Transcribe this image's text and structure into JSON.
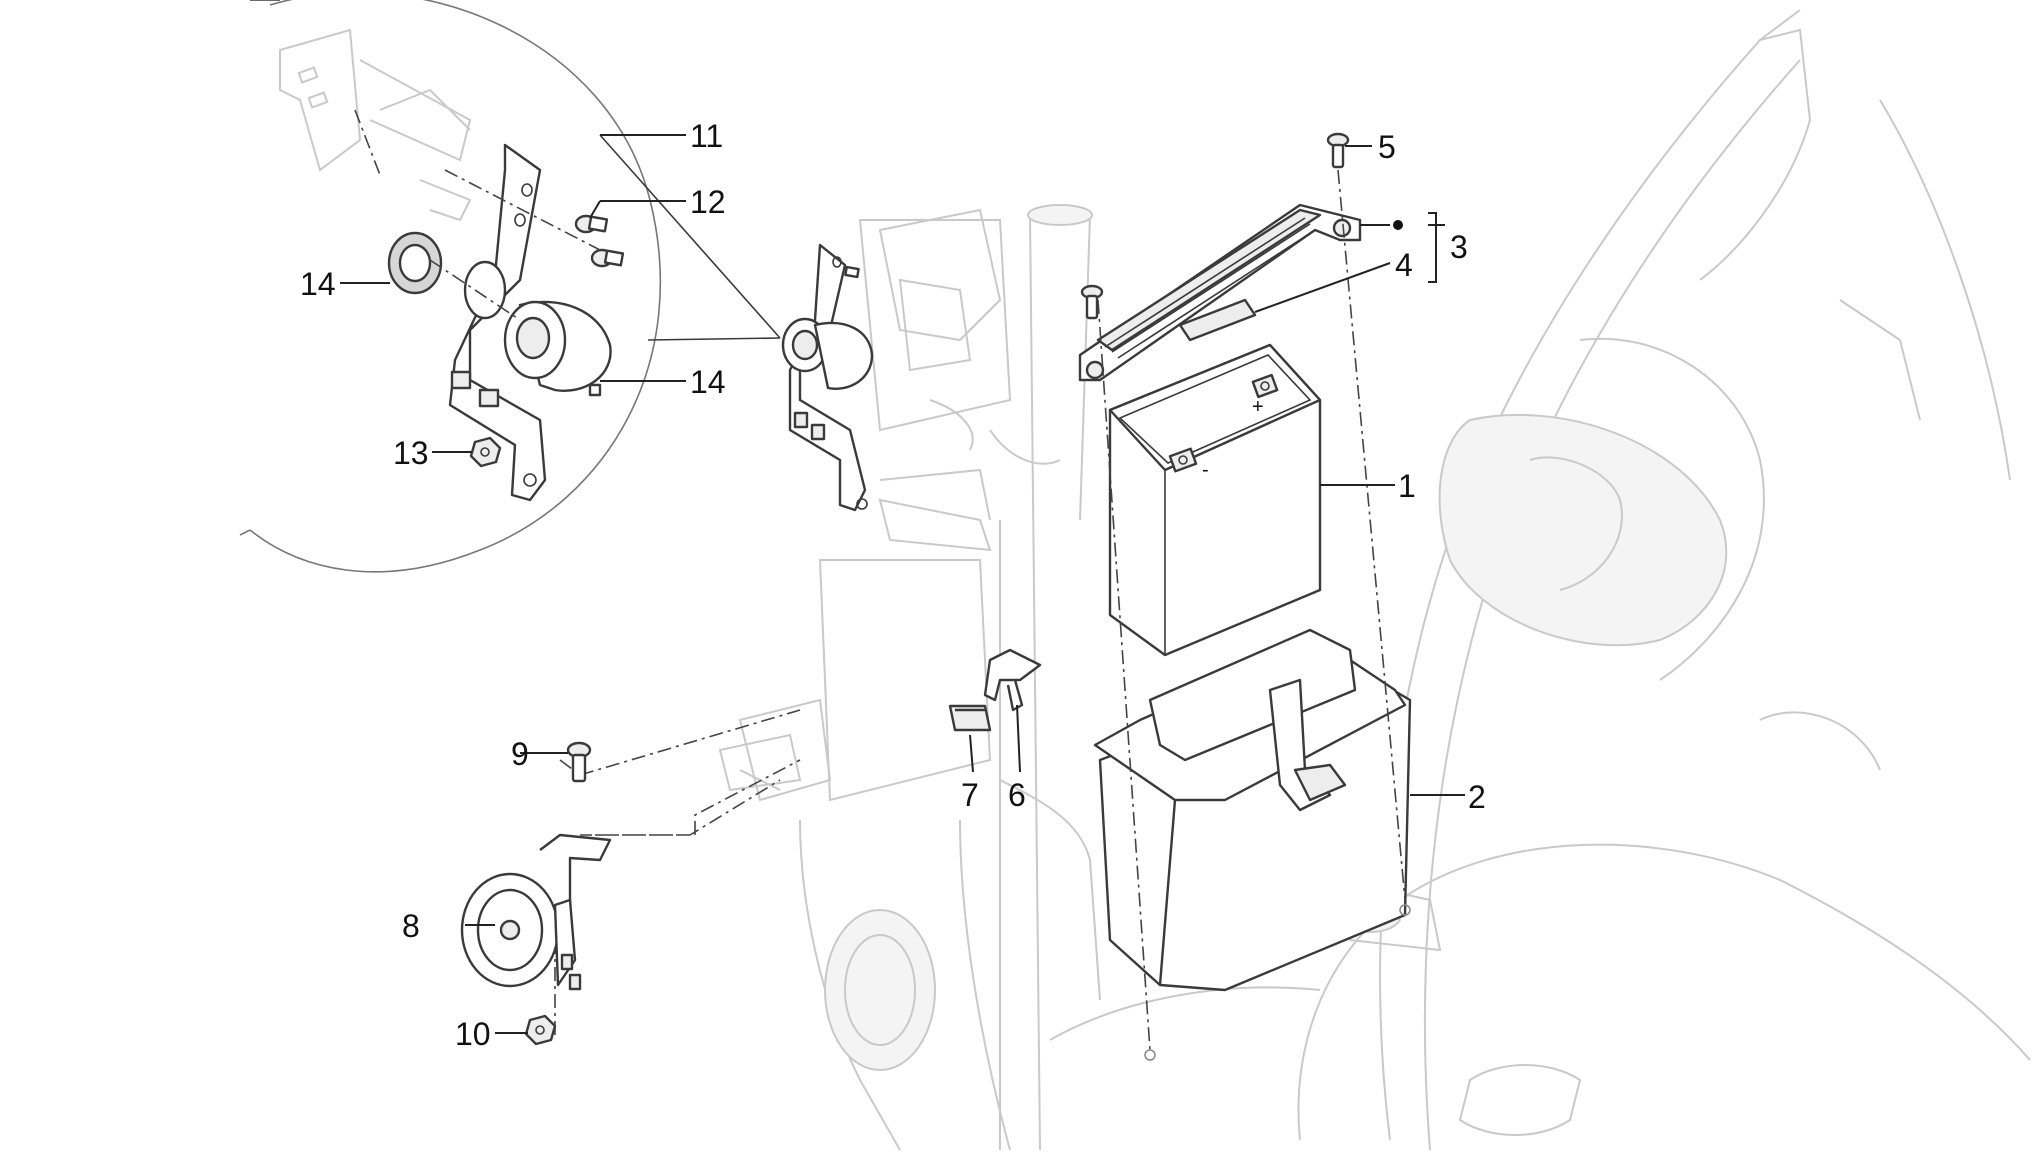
{
  "diagram": {
    "callouts": [
      {
        "id": "c1",
        "label": "1"
      },
      {
        "id": "c2",
        "label": "2"
      },
      {
        "id": "c3",
        "label": "3"
      },
      {
        "id": "c4",
        "label": "4"
      },
      {
        "id": "c5",
        "label": "5"
      },
      {
        "id": "c6",
        "label": "6"
      },
      {
        "id": "c7",
        "label": "7"
      },
      {
        "id": "c8",
        "label": "8"
      },
      {
        "id": "c9",
        "label": "9"
      },
      {
        "id": "c10",
        "label": "10"
      },
      {
        "id": "c11",
        "label": "11"
      },
      {
        "id": "c12",
        "label": "12"
      },
      {
        "id": "c13",
        "label": "13"
      },
      {
        "id": "c14a",
        "label": "14"
      },
      {
        "id": "c14b",
        "label": "14"
      }
    ],
    "battery_marks": {
      "plus": "+",
      "minus": "-"
    }
  }
}
